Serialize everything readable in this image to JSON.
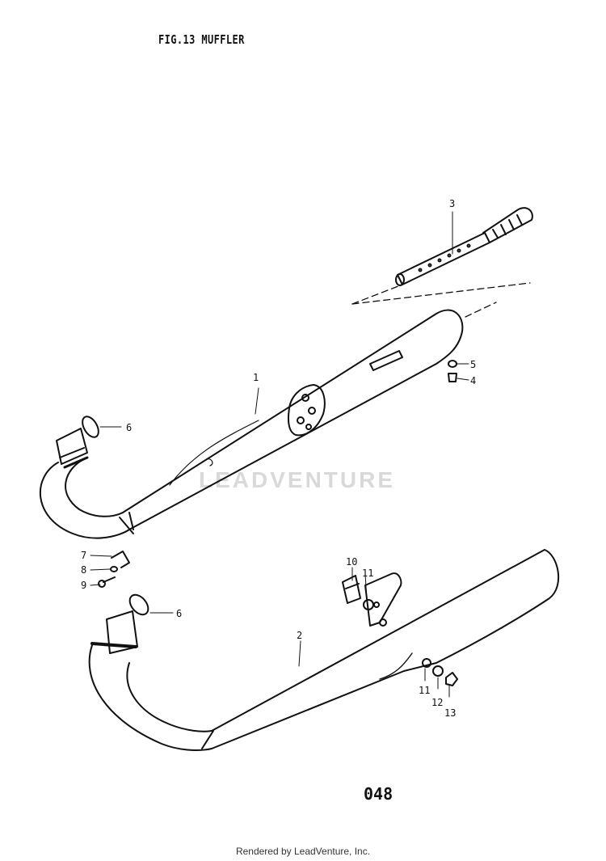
{
  "diagram": {
    "title": "FIG.13  MUFFLER",
    "page_number": "048",
    "watermark": "LEADVENTURE",
    "footer": "Rendered by LeadVenture, Inc.",
    "callouts": [
      "1",
      "2",
      "3",
      "4",
      "5",
      "6",
      "6",
      "7",
      "8",
      "9",
      "10",
      "11",
      "11",
      "12",
      "13"
    ]
  }
}
